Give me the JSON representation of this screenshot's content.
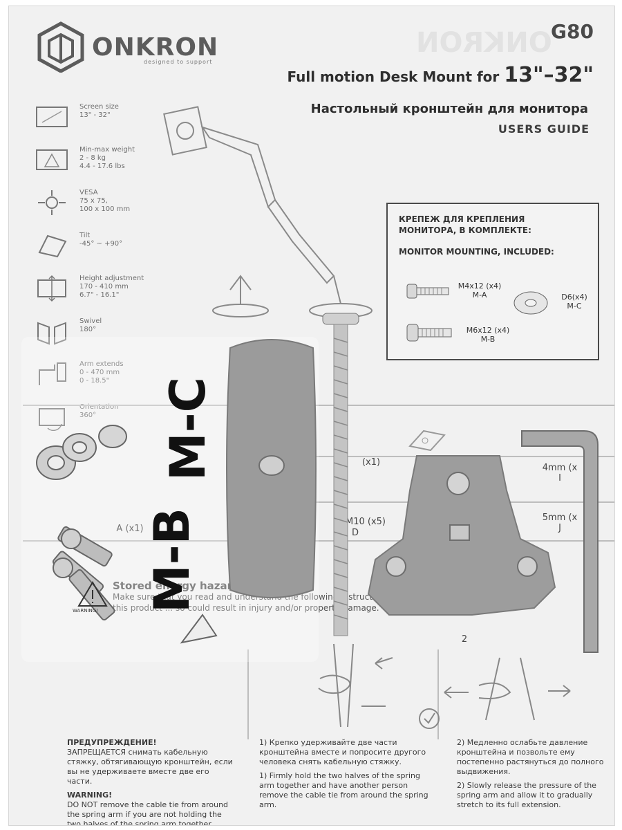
{
  "header": {
    "brand": "ONKRON",
    "tagline": "designed to support",
    "model": "G80",
    "title_en_prefix": "Full motion Desk Mount for ",
    "title_en_size": "13\"–32\"",
    "title_ru": "Настольный кронштейн для монитора",
    "users_guide": "USERS GUIDE"
  },
  "specs": [
    {
      "icon": "screen-size-icon",
      "label": "Screen size",
      "value1": "13\" - 32\"",
      "value2": ""
    },
    {
      "icon": "weight-icon",
      "label": "Min-max weight",
      "value1": "2 - 8 kg",
      "value2": "4.4 - 17.6 lbs"
    },
    {
      "icon": "vesa-icon",
      "label": "VESA",
      "value1": "75 x 75,",
      "value2": "100 x 100 mm"
    },
    {
      "icon": "tilt-icon",
      "label": "Tilt",
      "value1": "-45° ~ +90°",
      "value2": ""
    },
    {
      "icon": "height-adjust-icon",
      "label": "Height adjustment",
      "value1": "170 - 410 mm",
      "value2": "6.7\" - 16.1\""
    },
    {
      "icon": "swivel-icon",
      "label": "Swivel",
      "value1": "180°",
      "value2": ""
    },
    {
      "icon": "arm-extend-icon",
      "label": "Arm extends",
      "value1": "0 - 470 mm",
      "value2": "0 - 18.5\""
    },
    {
      "icon": "orientation-icon",
      "label": "Orientation",
      "value1": "360°",
      "value2": ""
    }
  ],
  "mounting": {
    "ru_line1": "КРЕПЕЖ ДЛЯ КРЕПЛЕНИЯ",
    "ru_line2": "МОНИТОРА, В КОМПЛЕКТЕ:",
    "en": "MONITOR MOUNTING, INCLUDED:",
    "items": [
      {
        "name": "M4x12 (x4)",
        "code": "M-A"
      },
      {
        "name": "M6x12 (x4)",
        "code": "M-B"
      },
      {
        "name": "D6(x4)",
        "code": "M-C"
      }
    ]
  },
  "tools": [
    {
      "name": "4mm (x",
      "code": "I"
    },
    {
      "name": "5mm (x",
      "code": "J"
    }
  ],
  "partials": {
    "x1": "(x1)",
    "m10": "M10 (x5)",
    "d": "D",
    "a": "A (x1)"
  },
  "warning_strip": {
    "stored": "Stored energy hazard",
    "make_sure": "Make sure that you read and understand the following instructions before you assemble and use",
    "this_product": "this product ... so could result in injury and/or property damage.",
    "warning_sign": "WARNING!"
  },
  "bag_labels": {
    "mb": "M-B",
    "mc": "M-C"
  },
  "steps": {
    "n2": "2"
  },
  "bottom": {
    "col1_title": "ПРЕДУПРЕЖДЕНИЕ!",
    "col1_ru": "ЗАПРЕЩАЕТСЯ снимать кабельную стяжку, обтягивающую кронштейн, если вы не удерживаете вместе две его части.",
    "col1_warn": "WARNING!",
    "col1_en": "DO NOT remove the cable tie from around the spring arm if you are not holding the two halves of the spring arm together.",
    "col2_ru": "1) Крепко удерживайте две части кронштейна вместе и попросите другого человека снять кабельную стяжку.",
    "col2_en": "1) Firmly hold the two halves of the spring arm together and have another person remove the cable tie from around the spring arm.",
    "col3_ru": "2) Медленно ослабьте давление кронштейна и позвольте ему постепенно растянуться до полного выдвижения.",
    "col3_en": "2) Slowly release the pressure of the spring arm and allow it to gradually stretch to its full extension."
  }
}
